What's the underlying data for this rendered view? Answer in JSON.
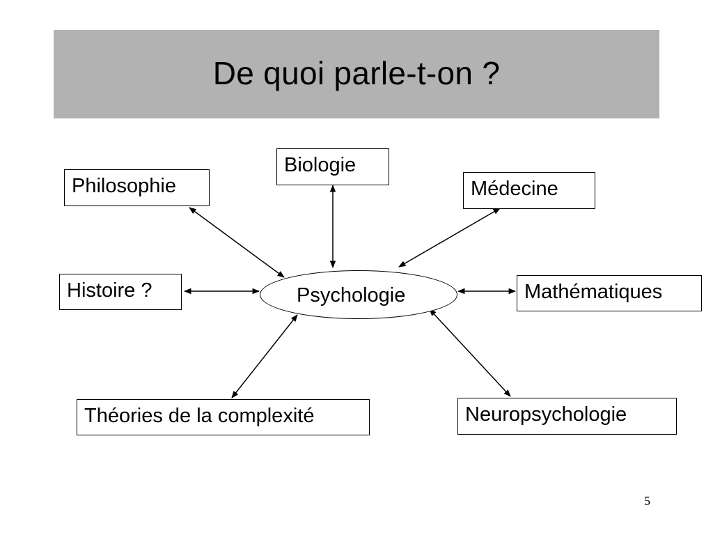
{
  "slide": {
    "title": "De quoi parle-t-on ?",
    "page_number": "5"
  },
  "diagram": {
    "center": "Psychologie",
    "nodes": {
      "philosophie": "Philosophie",
      "biologie": "Biologie",
      "medecine": "Médecine",
      "histoire": "Histoire ?",
      "mathematiques": "Mathématiques",
      "theories": "Théories de la complexité",
      "neuropsychologie": "Neuropsychologie"
    },
    "connections": [
      {
        "from": "Psychologie",
        "to": "Philosophie",
        "arrows": "both"
      },
      {
        "from": "Psychologie",
        "to": "Biologie",
        "arrows": "both"
      },
      {
        "from": "Psychologie",
        "to": "Médecine",
        "arrows": "both"
      },
      {
        "from": "Psychologie",
        "to": "Histoire ?",
        "arrows": "both"
      },
      {
        "from": "Psychologie",
        "to": "Mathématiques",
        "arrows": "both"
      },
      {
        "from": "Psychologie",
        "to": "Théories de la complexité",
        "arrows": "both"
      },
      {
        "from": "Psychologie",
        "to": "Neuropsychologie",
        "arrows": "both"
      }
    ]
  },
  "colors": {
    "title_bar": "#b2b2b2",
    "lines": "#000000",
    "background": "#ffffff"
  }
}
